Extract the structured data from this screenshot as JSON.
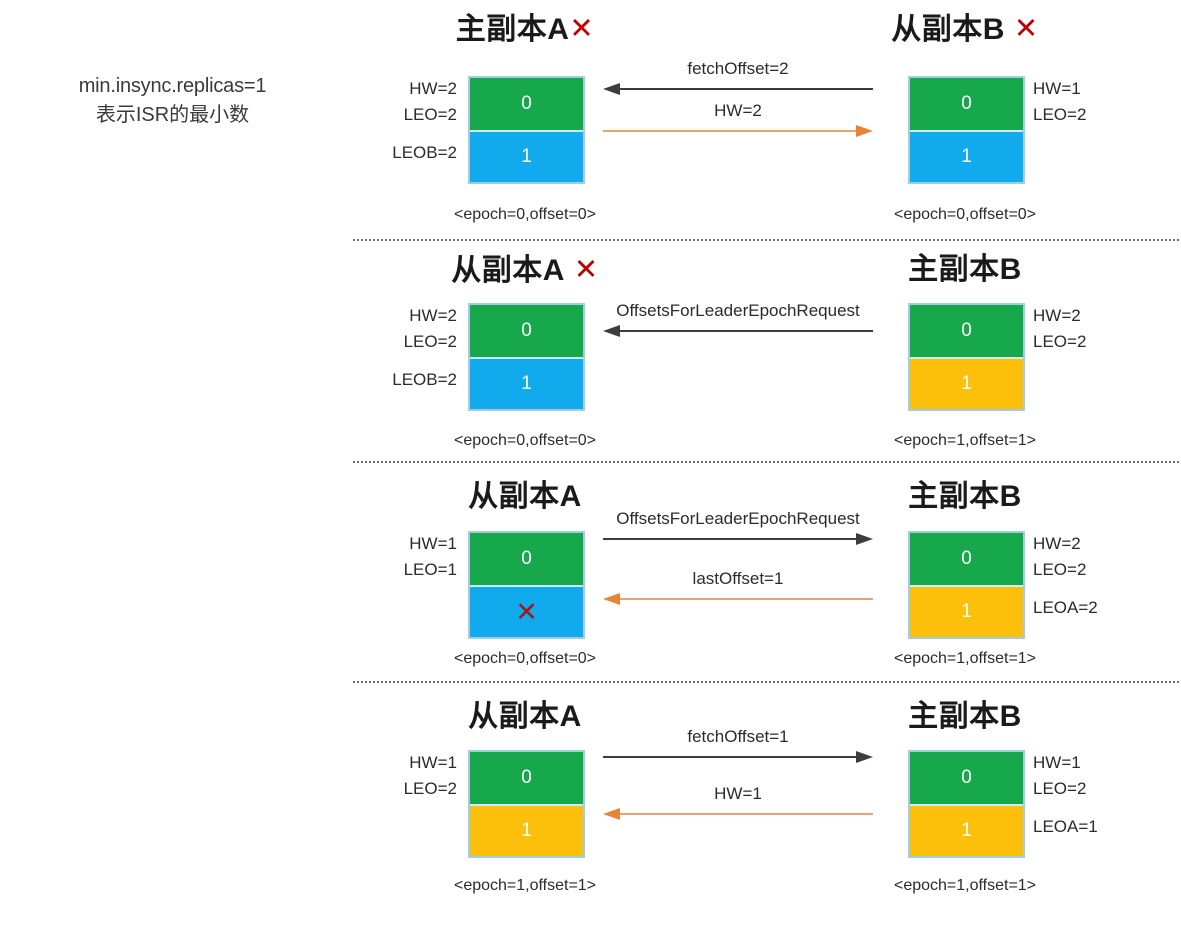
{
  "note": {
    "line1": "min.insync.replicas=1",
    "line2": "表示ISR的最小数"
  },
  "icons": {
    "x_mark": "✕",
    "cell_x_mark": "✕"
  },
  "rows": [
    {
      "left": {
        "title": "主副本A",
        "title_x": "✕",
        "side_top": "HW=2\nLEO=2",
        "side_bottom": "LEOB=2",
        "cells": [
          {
            "label": "0",
            "color": "green"
          },
          {
            "label": "1",
            "color": "blue"
          }
        ],
        "footer": "<epoch=0,offset=0>"
      },
      "right": {
        "title": "从副本B",
        "title_x": "✕",
        "side_top": "HW=1\nLEO=2",
        "side_bottom": "",
        "cells": [
          {
            "label": "0",
            "color": "green"
          },
          {
            "label": "1",
            "color": "blue"
          }
        ],
        "footer": "<epoch=0,offset=0>"
      },
      "arrows": [
        {
          "label": "fetchOffset=2",
          "dir": "left",
          "color": "#3d3d3d"
        },
        {
          "label": "HW=2",
          "dir": "right",
          "color": "#e8833a"
        }
      ]
    },
    {
      "left": {
        "title": "从副本A",
        "title_x": "✕",
        "side_top": "HW=2\nLEO=2",
        "side_bottom": "LEOB=2",
        "cells": [
          {
            "label": "0",
            "color": "green"
          },
          {
            "label": "1",
            "color": "blue"
          }
        ],
        "footer": "<epoch=0,offset=0>"
      },
      "right": {
        "title": "主副本B",
        "title_x": "",
        "side_top": "HW=2\nLEO=2",
        "side_bottom": "",
        "cells": [
          {
            "label": "0",
            "color": "green"
          },
          {
            "label": "1",
            "color": "yellow"
          }
        ],
        "footer": "<epoch=1,offset=1>"
      },
      "arrows": [
        {
          "label": "OffsetsForLeaderEpochRequest",
          "dir": "left",
          "color": "#3d3d3d"
        }
      ]
    },
    {
      "left": {
        "title": "从副本A",
        "title_x": "",
        "side_top": "HW=1\nLEO=1",
        "side_bottom": "",
        "cells": [
          {
            "label": "0",
            "color": "green"
          },
          {
            "label": "✕",
            "color": "blue",
            "is_x": true
          }
        ],
        "footer": "<epoch=0,offset=0>"
      },
      "right": {
        "title": "主副本B",
        "title_x": "",
        "side_top": "HW=2\nLEO=2",
        "side_bottom": "LEOA=2",
        "cells": [
          {
            "label": "0",
            "color": "green"
          },
          {
            "label": "1",
            "color": "yellow"
          }
        ],
        "footer": "<epoch=1,offset=1>"
      },
      "arrows": [
        {
          "label": "OffsetsForLeaderEpochRequest",
          "dir": "right",
          "color": "#3d3d3d"
        },
        {
          "label": "lastOffset=1",
          "dir": "left",
          "color": "#e8833a"
        }
      ]
    },
    {
      "left": {
        "title": "从副本A",
        "title_x": "",
        "side_top": "HW=1\nLEO=2",
        "side_bottom": "",
        "cells": [
          {
            "label": "0",
            "color": "green"
          },
          {
            "label": "1",
            "color": "yellow"
          }
        ],
        "footer": "<epoch=1,offset=1>"
      },
      "right": {
        "title": "主副本B",
        "title_x": "",
        "side_top": "HW=1\nLEO=2",
        "side_bottom": "LEOA=1",
        "cells": [
          {
            "label": "0",
            "color": "green"
          },
          {
            "label": "1",
            "color": "yellow"
          }
        ],
        "footer": "<epoch=1,offset=1>"
      },
      "arrows": [
        {
          "label": "fetchOffset=1",
          "dir": "right",
          "color": "#3d3d3d"
        },
        {
          "label": "HW=1",
          "dir": "left",
          "color": "#e8833a"
        }
      ]
    }
  ],
  "colors": {
    "green": "#16a84a",
    "blue": "#11abed",
    "yellow": "#fcc00a",
    "arrow_dark": "#3d3d3d",
    "arrow_orange": "#e8833a",
    "x_red": "#c00000",
    "divider": "#6d6d6d"
  }
}
